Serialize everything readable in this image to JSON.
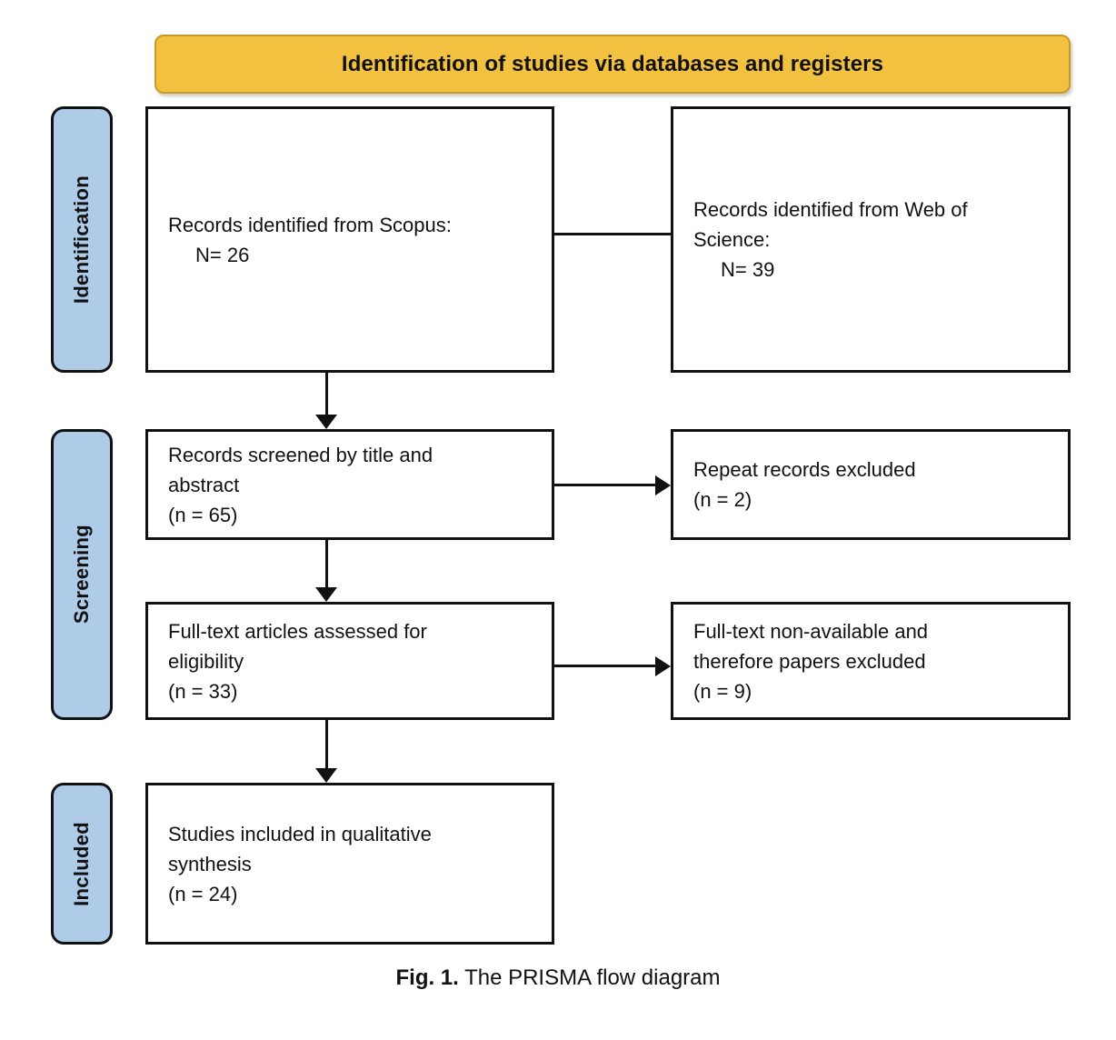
{
  "banner": {
    "title": "Identification of studies via databases and registers",
    "fill_color": "#F2C140",
    "border_color": "#C79A28"
  },
  "phases": [
    {
      "id": "identification",
      "label": "Identification",
      "fill_color": "#AECBE8"
    },
    {
      "id": "screening",
      "label": "Screening",
      "fill_color": "#AECBE8"
    },
    {
      "id": "included",
      "label": "Included",
      "fill_color": "#AECBE8"
    }
  ],
  "boxes": {
    "scopus": {
      "lines": [
        "Records identified from Scopus:",
        "N= 26"
      ]
    },
    "web_of_science": {
      "lines": [
        "Records identified from Web of",
        "Science:",
        "N= 39"
      ]
    },
    "screened": {
      "lines": [
        "Records screened by title and",
        "abstract",
        "(n = 65)"
      ]
    },
    "repeat_excluded": {
      "lines": [
        "Repeat records excluded",
        "(n = 2)"
      ]
    },
    "fulltext_assessed": {
      "lines": [
        "Full-text articles assessed for",
        "eligibility",
        "(n = 33)"
      ]
    },
    "fulltext_excluded": {
      "lines": [
        "Full-text non-available and",
        "therefore papers excluded",
        "(n = 9)"
      ]
    },
    "included": {
      "lines": [
        "Studies included in qualitative",
        "synthesis",
        "(n = 24)"
      ]
    }
  },
  "caption": {
    "label": "Fig. 1.",
    "text": " The PRISMA flow diagram"
  },
  "chart_data": {
    "type": "diagram",
    "title": "Identification of studies via databases and registers",
    "diagram_kind": "PRISMA flow diagram",
    "phases": [
      "Identification",
      "Screening",
      "Included"
    ],
    "nodes": [
      {
        "id": "scopus",
        "phase": "Identification",
        "label": "Records identified from Scopus:",
        "count_label": "N= 26",
        "count": 26
      },
      {
        "id": "web_of_science",
        "phase": "Identification",
        "label": "Records identified from Web of Science:",
        "count_label": "N= 39",
        "count": 39
      },
      {
        "id": "screened",
        "phase": "Screening",
        "label": "Records screened by title and abstract",
        "count_label": "(n = 65)",
        "count": 65
      },
      {
        "id": "repeat_excluded",
        "phase": "Screening",
        "label": "Repeat records excluded",
        "count_label": "(n = 2)",
        "count": 2
      },
      {
        "id": "fulltext_assessed",
        "phase": "Screening",
        "label": "Full-text articles assessed for eligibility",
        "count_label": "(n = 33)",
        "count": 33
      },
      {
        "id": "fulltext_excluded",
        "phase": "Screening",
        "label": "Full-text non-available and therefore papers excluded",
        "count_label": "(n = 9)",
        "count": 9
      },
      {
        "id": "included",
        "phase": "Included",
        "label": "Studies included in qualitative synthesis",
        "count_label": "(n = 24)",
        "count": 24
      }
    ],
    "edges": [
      {
        "from": "scopus",
        "to": "web_of_science",
        "type": "link",
        "arrow": false
      },
      {
        "from": "scopus",
        "to": "screened",
        "type": "flow",
        "arrow": true
      },
      {
        "from": "screened",
        "to": "repeat_excluded",
        "type": "exclusion",
        "arrow": true
      },
      {
        "from": "screened",
        "to": "fulltext_assessed",
        "type": "flow",
        "arrow": true
      },
      {
        "from": "fulltext_assessed",
        "to": "fulltext_excluded",
        "type": "exclusion",
        "arrow": true
      },
      {
        "from": "fulltext_assessed",
        "to": "included",
        "type": "flow",
        "arrow": true
      }
    ]
  }
}
